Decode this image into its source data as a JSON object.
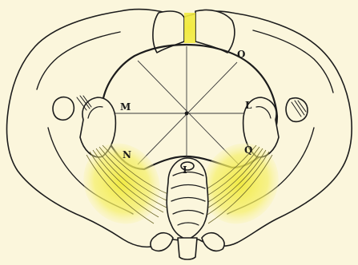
{
  "labels": {
    "O": "O",
    "M": "M",
    "L": "L",
    "N": "N",
    "Q": "Q",
    "I": "I"
  },
  "colors": {
    "paper": "#fbf6dc",
    "ink": "#1c1c1c",
    "ligament": "#f4ee4a"
  }
}
